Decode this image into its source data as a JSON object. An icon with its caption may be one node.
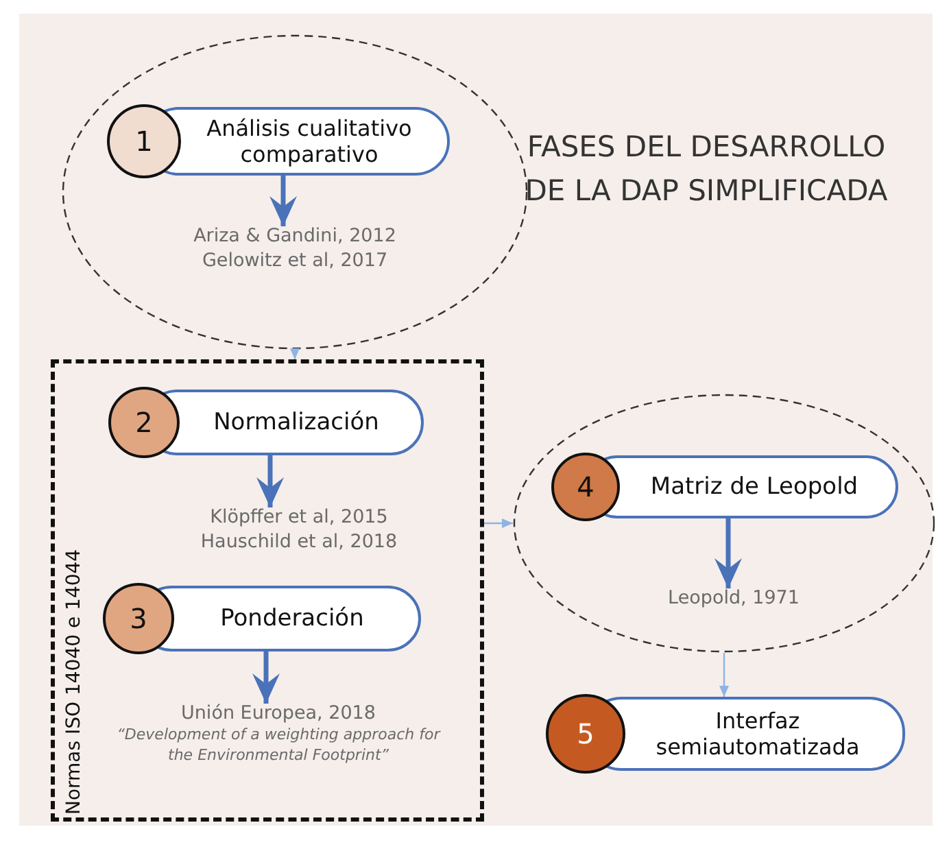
{
  "diagram": {
    "title": "FASES DEL DESARROLLO DE LA DAP SIMPLIFICADA",
    "nodes": [
      {
        "text": [],
        "shape": "ellipse"
      },
      {
        "text": [
          "1",
          "Análisis cualitativo comparativo"
        ],
        "in": 0
      },
      {
        "text": [
          "Ariza & Gandini, 2012",
          "Gelowitz et al, 2017"
        ],
        "in": 0
      },
      {
        "text": [
          "Normas ISO 14040 e 14044"
        ]
      },
      {
        "text": [
          "2",
          "Normalización"
        ],
        "in": 3
      },
      {
        "text": [
          "Klöpffer et al, 2015",
          "Hauschild et al, 2018"
        ],
        "in": 3
      },
      {
        "text": [
          "3",
          "Ponderación"
        ],
        "in": 3
      },
      {
        "text": [
          "Unión Europea, 2018",
          "“Development of a weighting approach for the Environmental Footprint”"
        ],
        "in": 3
      },
      {
        "text": [],
        "shape": "ellipse"
      },
      {
        "text": [
          "4",
          "Matriz de Leopold"
        ],
        "in": 8
      },
      {
        "text": [
          "Leopold, 1971"
        ],
        "in": 8
      },
      {
        "text": [
          "5",
          "Interfaz semiautomatizada"
        ]
      }
    ],
    "edges": [
      {
        "from": 1,
        "to": 2,
        "arrow": "to"
      },
      {
        "from": 0,
        "to": 3,
        "arrow": "to",
        "color": "#8fb4e3"
      },
      {
        "from": 4,
        "to": 5,
        "arrow": "to"
      },
      {
        "from": 6,
        "to": 7,
        "arrow": "to"
      },
      {
        "from": 3,
        "to": 8,
        "arrow": "to",
        "color": "#8fb4e3"
      },
      {
        "from": 9,
        "to": 10,
        "arrow": "to"
      },
      {
        "from": 8,
        "to": 11,
        "arrow": "to",
        "color": "#8fb4e3"
      }
    ]
  }
}
